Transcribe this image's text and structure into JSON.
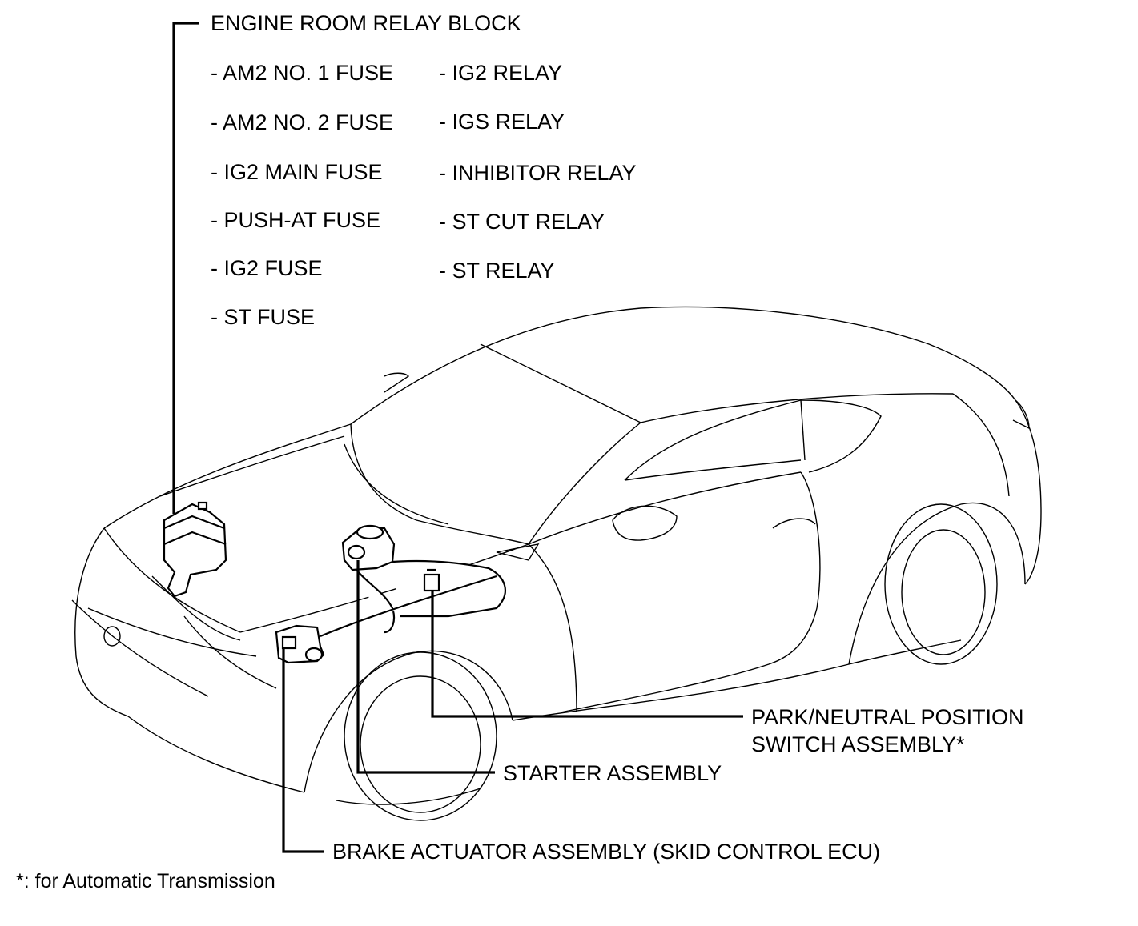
{
  "diagram": {
    "engine_room_relay_block": {
      "title": "ENGINE ROOM RELAY BLOCK",
      "fuses": [
        "- AM2 NO. 1 FUSE",
        "- AM2 NO. 2 FUSE",
        "- IG2 MAIN FUSE",
        "- PUSH-AT FUSE",
        "- IG2 FUSE",
        "- ST FUSE"
      ],
      "relays": [
        "- IG2 RELAY",
        "- IGS RELAY",
        "- INHIBITOR RELAY",
        "- ST CUT RELAY",
        "- ST RELAY"
      ]
    },
    "park_neutral_switch": {
      "line1": "PARK/NEUTRAL POSITION",
      "line2": "SWITCH ASSEMBLY*"
    },
    "starter": "STARTER ASSEMBLY",
    "brake_actuator": "BRAKE ACTUATOR ASSEMBLY (SKID CONTROL ECU)",
    "footnote": "*: for Automatic Transmission"
  }
}
